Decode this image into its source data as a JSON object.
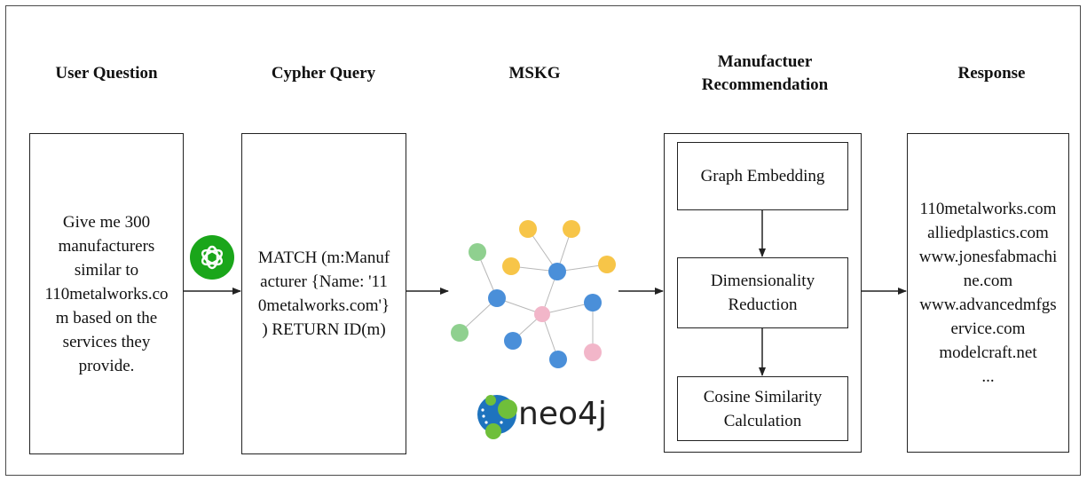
{
  "headings": {
    "user_question": "User Question",
    "cypher_query": "Cypher Query",
    "mskg": "MSKG",
    "recommendation": [
      "Manufactuer",
      "Recommendation"
    ],
    "response": "Response"
  },
  "user_question_text": [
    "Give me 300",
    "manufacturers",
    "similar to",
    "110metalworks.co",
    "m based on the",
    "services they",
    "provide."
  ],
  "cypher_query_text": [
    "MATCH (m:Manuf",
    "acturer {Name: '11",
    "0metalworks.com'}",
    ") RETURN ID(m)"
  ],
  "recommendation_steps": {
    "graph_embedding": "Graph Embedding",
    "dimensionality": [
      "Dimensionality",
      "Reduction"
    ],
    "cosine": [
      "Cosine Similarity",
      "Calculation"
    ]
  },
  "response_lines": [
    "110metalworks.com",
    "alliedplastics.com",
    "www.jonesfabmachi",
    "ne.com",
    "www.advancedmfgs",
    "ervice.com",
    "modelcraft.net",
    "..."
  ],
  "logos": {
    "neo4j_text": "neo4j",
    "openai_icon": "openai-icon"
  },
  "colors": {
    "border": "#222222",
    "openai_green": "#1aa61a",
    "neo4j_blue": "#1e73be",
    "neo4j_green": "#6fbf3a",
    "node_blue": "#4a8fd9",
    "node_yellow": "#f7c548",
    "node_green": "#8fd08f",
    "node_pink": "#f2b6c9"
  }
}
